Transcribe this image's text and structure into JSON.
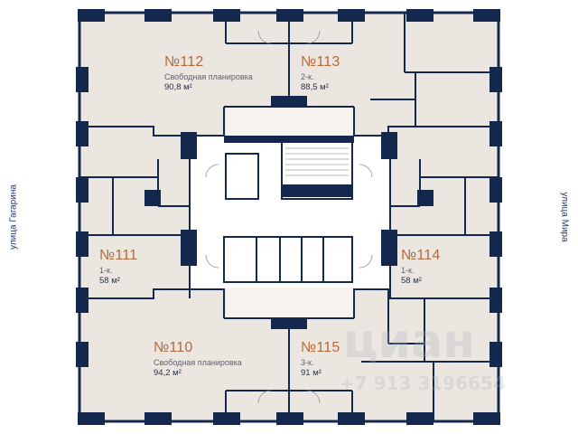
{
  "streets": {
    "left": "улица Гагарина",
    "right": "улица Мира"
  },
  "apartments": [
    {
      "number": "№112",
      "type": "Свободная планировка",
      "area": "90,8 м²"
    },
    {
      "number": "№113",
      "type": "2-к.",
      "area": "88,5 м²"
    },
    {
      "number": "№111",
      "type": "1-к.",
      "area": "58 м²"
    },
    {
      "number": "№114",
      "type": "1-к.",
      "area": "58 м²"
    },
    {
      "number": "№110",
      "type": "Свободная планировка",
      "area": "94,2 м²"
    },
    {
      "number": "№115",
      "type": "3-к.",
      "area": "91 м²"
    }
  ],
  "watermark": {
    "brand": "циан",
    "phone": "+7 913 3196654"
  },
  "colors": {
    "wall": "#14284d",
    "floor": "#ece6e0",
    "core": "#ffffff",
    "number": "#b56a3c",
    "street": "#1f3a6b"
  }
}
